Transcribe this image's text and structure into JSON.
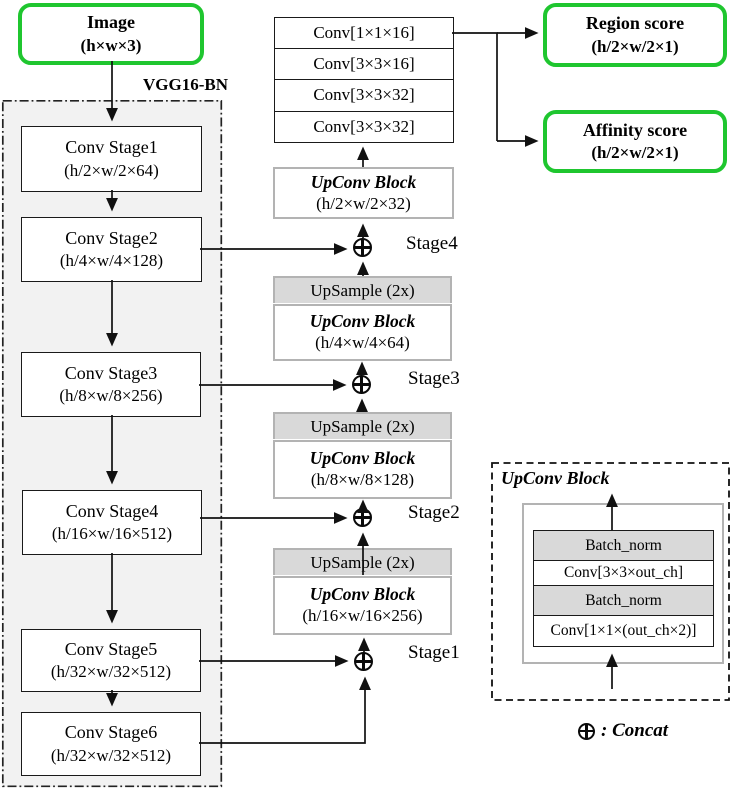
{
  "colors": {
    "accent_green": "#1fc62f",
    "panel_gray": "#f2f2f2",
    "upsample_gray": "#d9d9d9",
    "block_border_gray": "#b3b3b3",
    "line_black": "#111111"
  },
  "input_box": {
    "title": "Image",
    "dims": "(h×w×3)"
  },
  "backbone": {
    "label": "VGG16-BN",
    "stages": [
      {
        "title": "Conv Stage1",
        "dims": "(h/2×w/2×64)"
      },
      {
        "title": "Conv Stage2",
        "dims": "(h/4×w/4×128)"
      },
      {
        "title": "Conv Stage3",
        "dims": "(h/8×w/8×256)"
      },
      {
        "title": "Conv Stage4",
        "dims": "(h/16×w/16×512)"
      },
      {
        "title": "Conv Stage5",
        "dims": "(h/32×w/32×512)"
      },
      {
        "title": "Conv Stage6",
        "dims": "(h/32×w/32×512)"
      }
    ]
  },
  "decoder": {
    "head_convs": [
      "Conv[1×1×16]",
      "Conv[3×3×16]",
      "Conv[3×3×32]",
      "Conv[3×3×32]"
    ],
    "top_block": {
      "title": "UpConv Block",
      "dims": "(h/2×w/2×32)"
    },
    "groups": [
      {
        "upsample": "UpSample (2x)",
        "title": "UpConv Block",
        "dims": "(h/4×w/4×64)"
      },
      {
        "upsample": "UpSample (2x)",
        "title": "UpConv Block",
        "dims": "(h/8×w/8×128)"
      },
      {
        "upsample": "UpSample (2x)",
        "title": "UpConv Block",
        "dims": "(h/16×w/16×256)"
      }
    ],
    "stage_labels": [
      "Stage4",
      "Stage3",
      "Stage2",
      "Stage1"
    ]
  },
  "outputs": [
    {
      "title": "Region score",
      "dims": "(h/2×w/2×1)"
    },
    {
      "title": "Affinity score",
      "dims": "(h/2×w/2×1)"
    }
  ],
  "legend": {
    "title": "UpConv Block",
    "rows": [
      "Batch_norm",
      "Conv[3×3×out_ch]",
      "Batch_norm",
      "Conv[1×1×(out_ch×2)]"
    ],
    "concat_note": ": Concat"
  }
}
